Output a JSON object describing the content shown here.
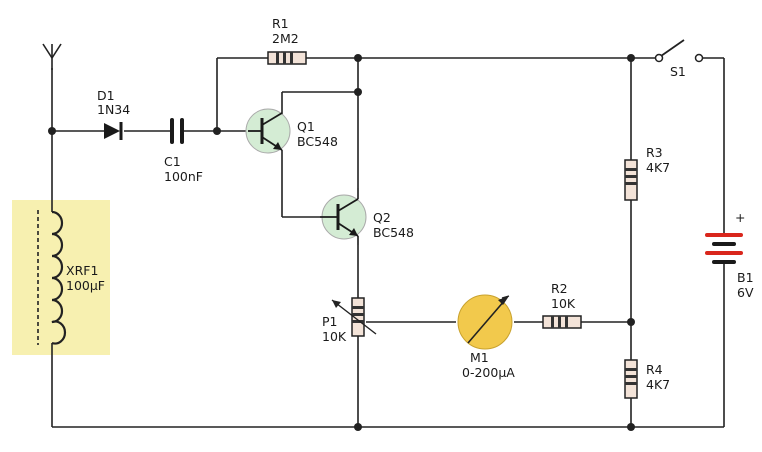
{
  "components": {
    "D1": {
      "ref": "D1",
      "value": "1N34"
    },
    "C1": {
      "ref": "C1",
      "value": "100nF"
    },
    "R1": {
      "ref": "R1",
      "value": "2M2"
    },
    "Q1": {
      "ref": "Q1",
      "value": "BC548"
    },
    "Q2": {
      "ref": "Q2",
      "value": "BC548"
    },
    "S1": {
      "ref": "S1"
    },
    "R3": {
      "ref": "R3",
      "value": "4K7"
    },
    "B1": {
      "ref": "B1",
      "value": "6V",
      "polarity": "+"
    },
    "XRF1": {
      "ref": "XRF1",
      "value": "100μF"
    },
    "P1": {
      "ref": "P1",
      "value": "10K"
    },
    "M1": {
      "ref": "M1",
      "value": "0-200μA"
    },
    "R2": {
      "ref": "R2",
      "value": "10K"
    },
    "R4": {
      "ref": "R4",
      "value": "4K7"
    }
  },
  "colors": {
    "wire": "#222222",
    "transistor_fill": "#d4ecd4",
    "meter_fill": "#f2c94c",
    "coil_box": "#f7f0b0",
    "battery_plate": "#d9261c",
    "resistor_fill": "#f3e3d8"
  }
}
